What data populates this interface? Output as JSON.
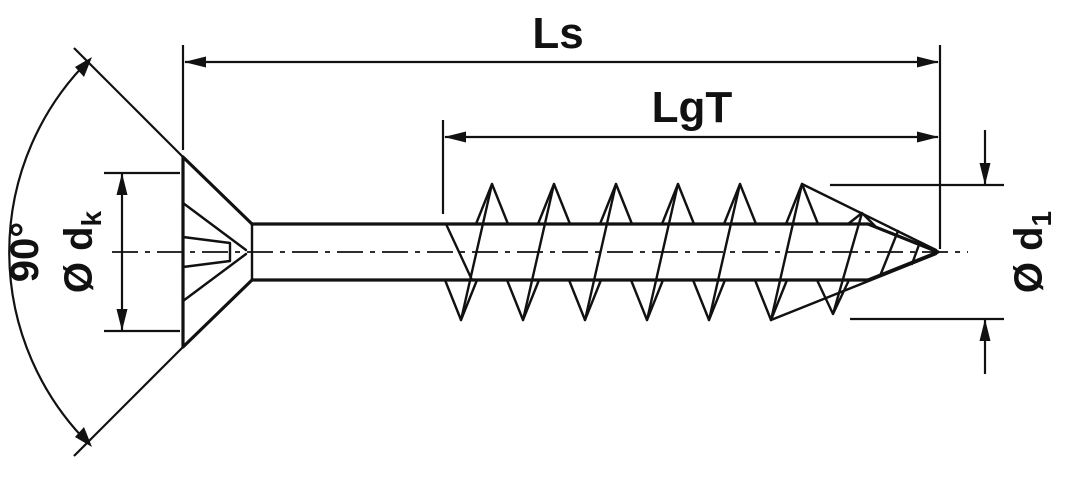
{
  "diagram": {
    "labels": {
      "total_length": "Ls",
      "thread_length": "LgT",
      "head_angle": "90°",
      "head_diameter": {
        "prefix": "Ø d",
        "sub": "k"
      },
      "core_diameter": {
        "prefix": "Ø d",
        "sub": "1"
      }
    },
    "colors": {
      "line": "#111111",
      "background": "#ffffff"
    }
  }
}
